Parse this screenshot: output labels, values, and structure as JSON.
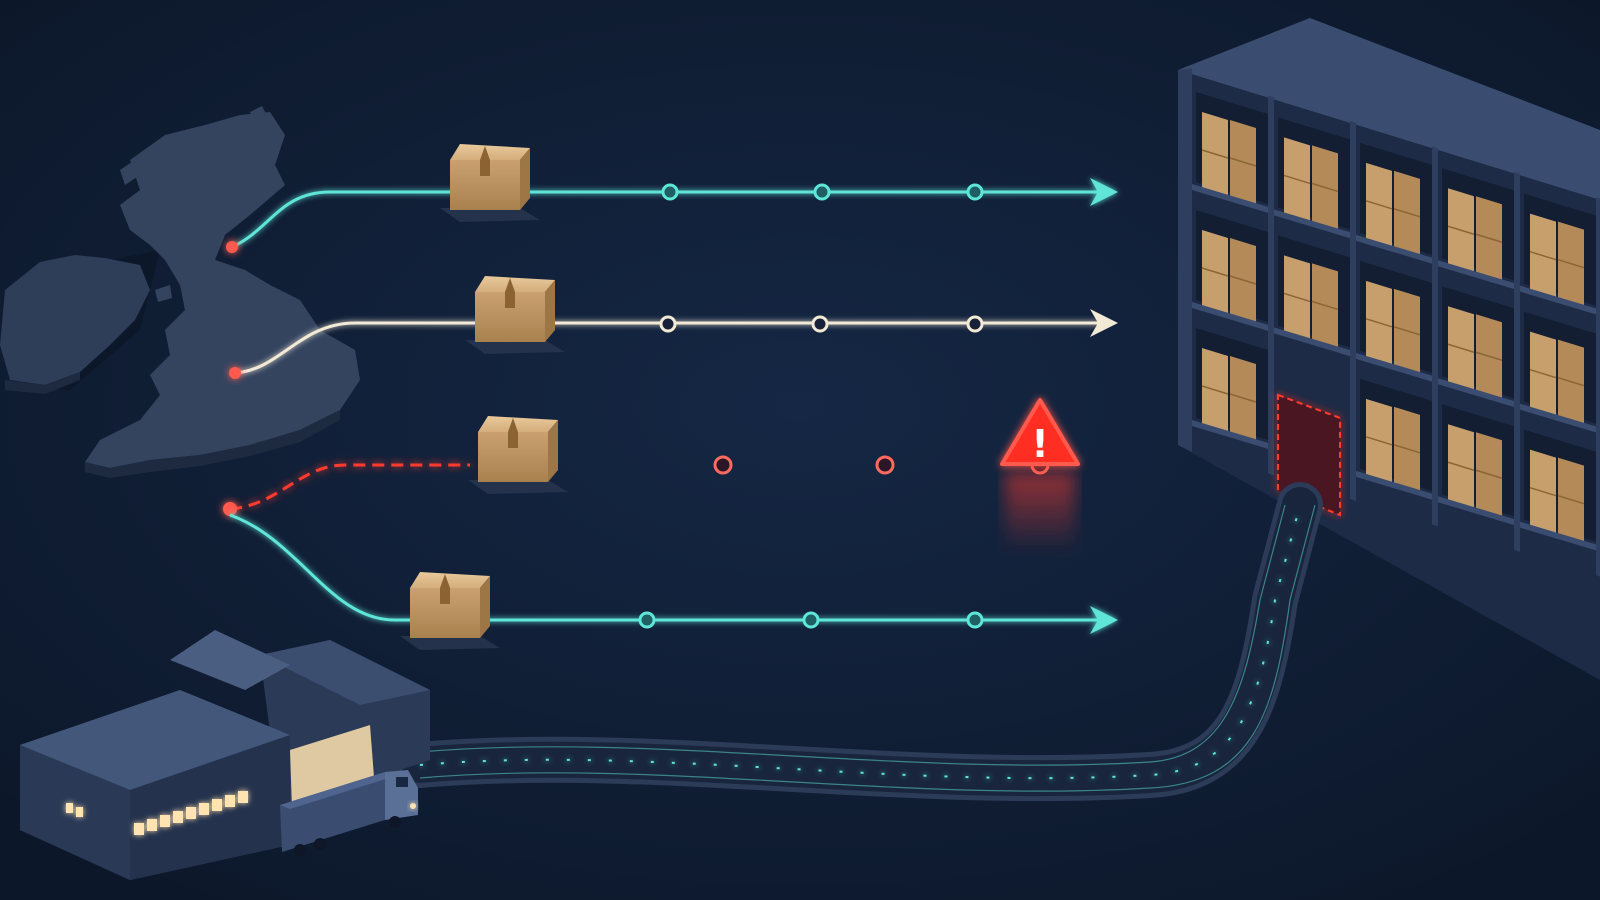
{
  "colors": {
    "background": "#0f1d33",
    "land": "#2e3d58",
    "route_teal": "#5ee6d8",
    "route_cream": "#f3ead6",
    "route_alert": "#ff3b2f",
    "origin_dot": "#ff5a4e",
    "parcel": "#d2a877",
    "rack": "#34476a",
    "building": "#33435f",
    "window_glow": "#ffe3b0"
  },
  "routes": [
    {
      "id": "route-1",
      "status": "on-track",
      "color": "route_teal",
      "waypoints": 3
    },
    {
      "id": "route-2",
      "status": "on-track",
      "color": "route_cream",
      "waypoints": 3
    },
    {
      "id": "route-3",
      "status": "blocked",
      "color": "route_alert",
      "waypoints": 3,
      "alert_icon": "warning-triangle-icon",
      "alert_text": "!"
    },
    {
      "id": "route-4",
      "status": "on-track",
      "color": "route_teal",
      "waypoints": 3
    }
  ],
  "icons": [
    "map-uk-ireland-icon",
    "parcel-box-icon",
    "arrow-head-icon",
    "warning-triangle-icon",
    "warehouse-rack-icon",
    "distribution-center-icon",
    "truck-icon"
  ]
}
